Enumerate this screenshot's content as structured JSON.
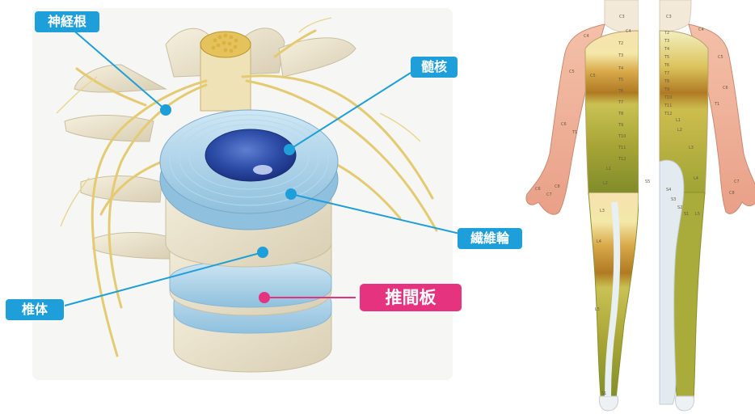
{
  "labels": {
    "nerve_root": "神経根",
    "nucleus": "髄核",
    "annulus": "繊維輪",
    "vertebral_body": "椎体",
    "disc": "推間板"
  },
  "colors": {
    "label_blue": "#1e9fd9",
    "label_pink": "#e6337f",
    "disc_blue": "#a9d3ea",
    "nucleus_blue": "#2c4ca6",
    "bone": "#efe7d2",
    "nerve": "#e9d27c",
    "derm_cervical": "#f2b8a3",
    "derm_thoracic": "#e4c766",
    "derm_lumbar": "#b7b441",
    "derm_sacral": "#dfe6ec"
  },
  "dermatome_labels": {
    "front": [
      "C3",
      "C4",
      "C4",
      "C5",
      "C6",
      "C5",
      "T1",
      "C8",
      "C7",
      "C6",
      "T2",
      "T3",
      "T4",
      "T5",
      "T6",
      "T7",
      "T8",
      "T9",
      "T10",
      "T11",
      "T12",
      "L1",
      "L2",
      "L3",
      "L4",
      "L5",
      "S1"
    ],
    "back": [
      "C3",
      "C4",
      "T2",
      "T3",
      "T4",
      "T5",
      "T6",
      "T7",
      "T8",
      "T9",
      "T10",
      "T11",
      "T12",
      "C5",
      "C6",
      "T1",
      "C7",
      "C8",
      "L1",
      "L2",
      "L3",
      "L4",
      "L5",
      "S5",
      "S4",
      "S3",
      "S2",
      "S1"
    ]
  }
}
